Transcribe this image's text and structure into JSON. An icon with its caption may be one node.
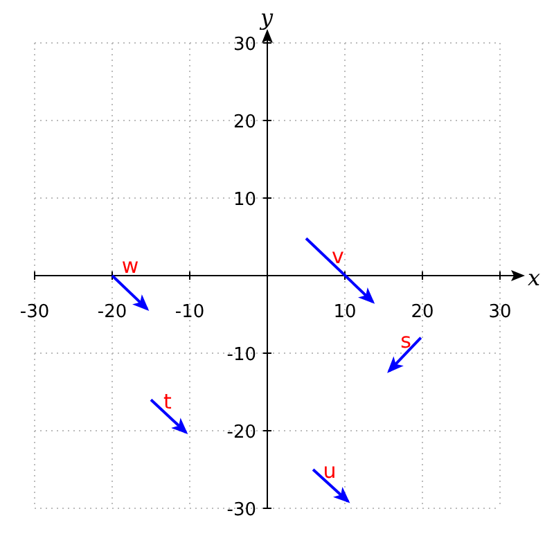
{
  "diagram": {
    "labels": [
      "y",
      "30",
      "20",
      "10",
      "v",
      "w",
      "x",
      "-30",
      "-20",
      "-10",
      "10",
      "20",
      "30",
      "s",
      "-10",
      "t",
      "-20",
      "u",
      "-30"
    ]
  }
}
